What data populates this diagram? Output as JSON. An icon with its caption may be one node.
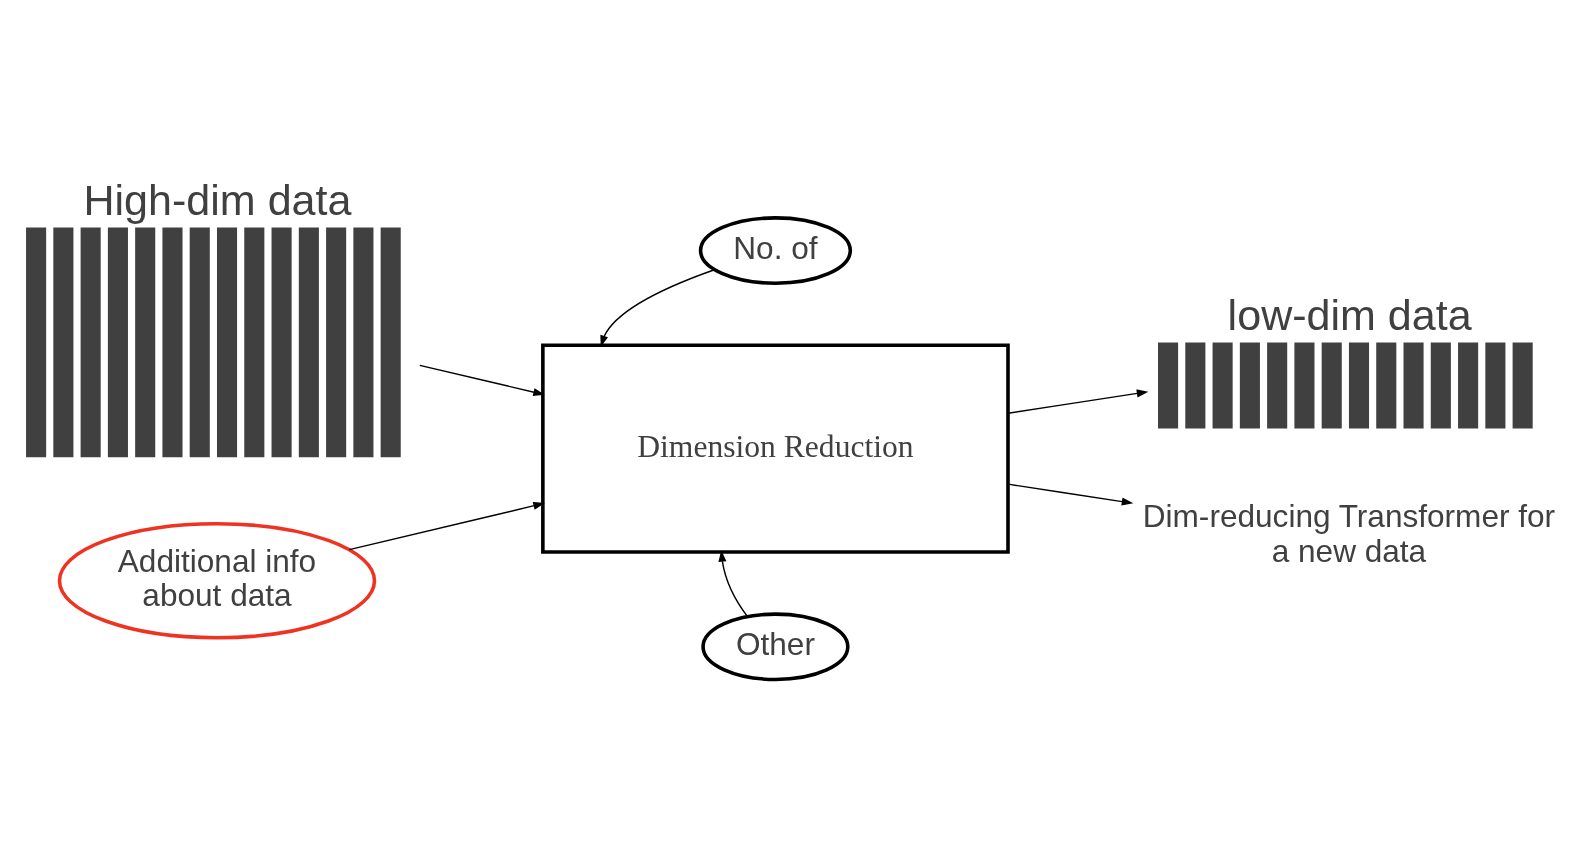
{
  "diagram": {
    "nodes": [
      {
        "text": [
          "High-dim data"
        ]
      },
      {
        "text": [
          "No. of"
        ]
      },
      {
        "text": [
          "Dimension Reduction"
        ]
      },
      {
        "text": [
          "low-dim data"
        ]
      },
      {
        "text": [
          "Additional info about data"
        ]
      },
      {
        "text": [
          "Other"
        ]
      },
      {
        "text": [
          "Dim-reducing Transformer for a new data"
        ]
      }
    ],
    "edges": [
      {
        "from": 0,
        "to": 2,
        "arrow": "to"
      },
      {
        "from": 1,
        "to": 2,
        "arrow": "to"
      },
      {
        "from": 2,
        "to": 3,
        "arrow": "to"
      },
      {
        "from": 4,
        "to": 2,
        "arrow": "to"
      },
      {
        "from": 5,
        "to": 2,
        "arrow": "to"
      },
      {
        "from": 2,
        "to": 6,
        "arrow": "to"
      }
    ]
  }
}
